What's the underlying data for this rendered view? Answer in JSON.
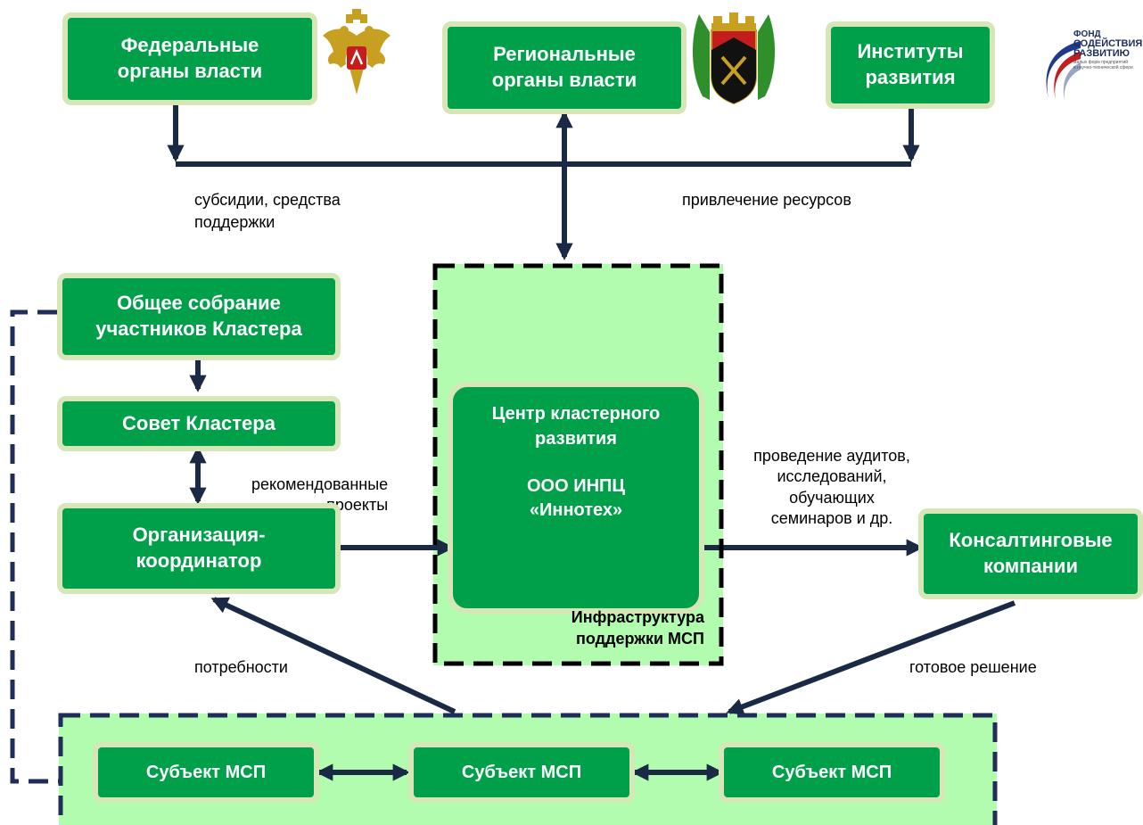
{
  "top": {
    "federal": "Федеральные\nорганы власти",
    "regional": "Региональные\nорганы власти",
    "institutes": "Институты\nразвития"
  },
  "logos": {
    "fund_line1": "ФОНД",
    "fund_line2": "СОДЕЙСТВИЯ",
    "fund_line3": "РАЗВИТИЮ",
    "fund_tagline": "малых форм предприятий\nв научно-технической сфере"
  },
  "edge_labels": {
    "subsidies": "субсидии, средства\nподдержки",
    "resources": "привлечение ресурсов",
    "recommended": "рекомендованные\nпроекты",
    "audits": "проведение аудитов,\nисследований,\nобучающих\nсеминаров и др.",
    "needs": "потребности",
    "solution": "готовое решение"
  },
  "left_column": {
    "assembly": "Общее собрание\nучастников Кластера",
    "council": "Совет Кластера",
    "coordinator": "Организация-\nкоординатор"
  },
  "center": {
    "title": "Центр кластерного\nразвития",
    "org": "ООО ИНПЦ\n«Иннотех»",
    "infrastructure": "Инфраструктура\nподдержки МСП"
  },
  "consulting": "Консалтинговые\nкомпании",
  "sme": [
    "Субъект МСП",
    "Субъект МСП",
    "Субъект МСП"
  ],
  "colors": {
    "box_fill": "#00a04b",
    "box_border": "#d6e6b7",
    "zone_fill": "#b2fcb0",
    "arrow": "#1a2a44",
    "dash_blue": "#1f2d5a"
  }
}
